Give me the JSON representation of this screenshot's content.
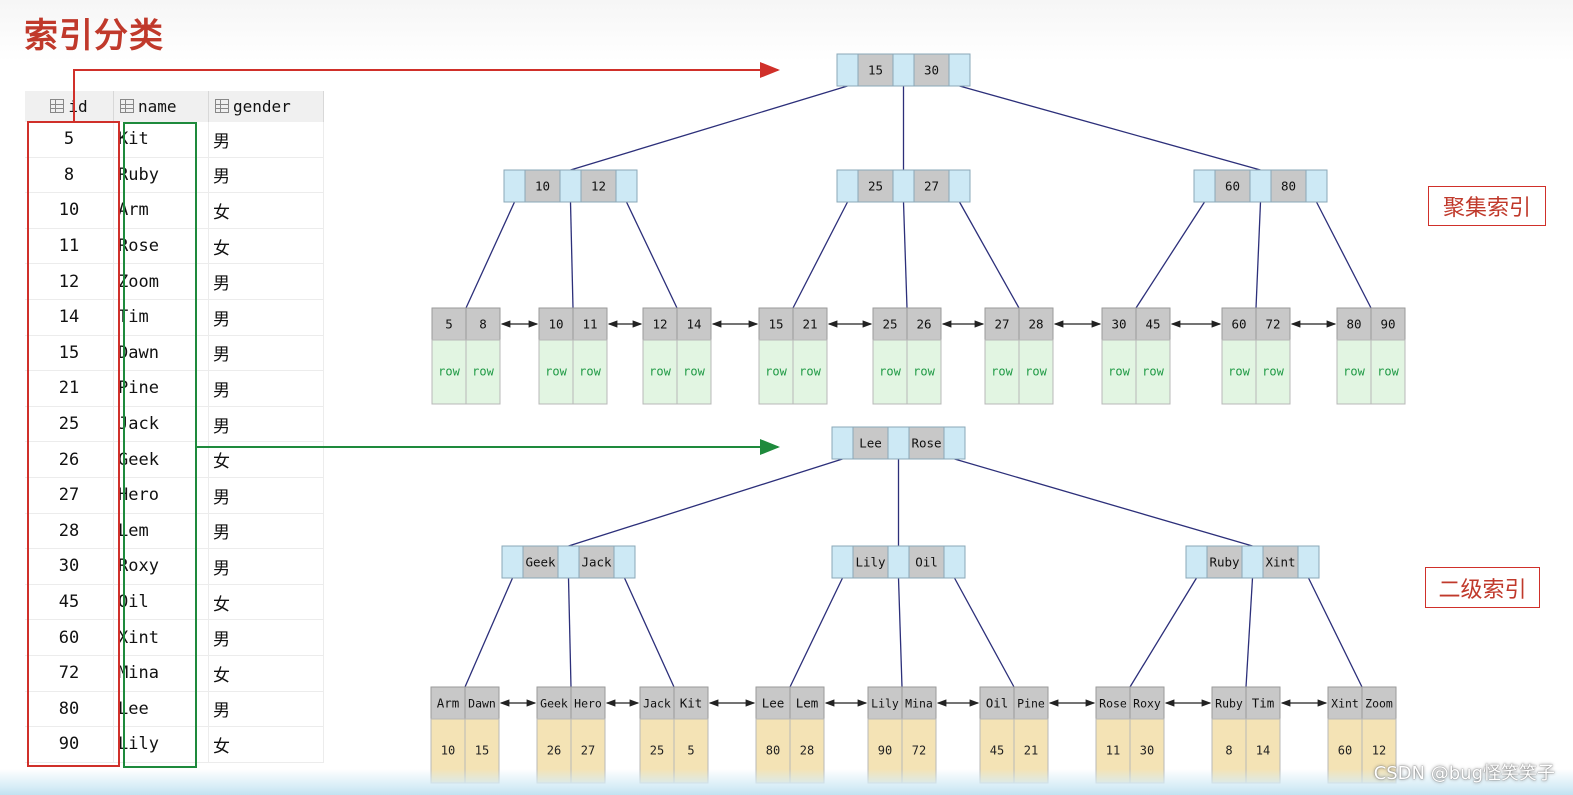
{
  "title": "索引分类",
  "table": {
    "columns": [
      "id",
      "name",
      "gender"
    ],
    "rows": [
      [
        "5",
        "Kit",
        "男"
      ],
      [
        "8",
        "Ruby",
        "男"
      ],
      [
        "10",
        "Arm",
        "女"
      ],
      [
        "11",
        "Rose",
        "女"
      ],
      [
        "12",
        "Zoom",
        "男"
      ],
      [
        "14",
        "Tim",
        "男"
      ],
      [
        "15",
        "Dawn",
        "男"
      ],
      [
        "21",
        "Pine",
        "男"
      ],
      [
        "25",
        "Jack",
        "男"
      ],
      [
        "26",
        "Geek",
        "女"
      ],
      [
        "27",
        "Hero",
        "男"
      ],
      [
        "28",
        "Lem",
        "男"
      ],
      [
        "30",
        "Roxy",
        "男"
      ],
      [
        "45",
        "Oil",
        "女"
      ],
      [
        "60",
        "Xint",
        "男"
      ],
      [
        "72",
        "Mina",
        "女"
      ],
      [
        "80",
        "Lee",
        "男"
      ],
      [
        "90",
        "Lily",
        "女"
      ]
    ]
  },
  "labels": {
    "clustered": "聚集索引",
    "secondary": "二级索引"
  },
  "clustered_index": {
    "root": [
      "15",
      "30"
    ],
    "internal": [
      [
        "10",
        "12"
      ],
      [
        "25",
        "27"
      ],
      [
        "60",
        "80"
      ]
    ],
    "leaves": [
      {
        "keys": [
          "5",
          "8"
        ],
        "values": [
          "row",
          "row"
        ]
      },
      {
        "keys": [
          "10",
          "11"
        ],
        "values": [
          "row",
          "row"
        ]
      },
      {
        "keys": [
          "12",
          "14"
        ],
        "values": [
          "row",
          "row"
        ]
      },
      {
        "keys": [
          "15",
          "21"
        ],
        "values": [
          "row",
          "row"
        ]
      },
      {
        "keys": [
          "25",
          "26"
        ],
        "values": [
          "row",
          "row"
        ]
      },
      {
        "keys": [
          "27",
          "28"
        ],
        "values": [
          "row",
          "row"
        ]
      },
      {
        "keys": [
          "30",
          "45"
        ],
        "values": [
          "row",
          "row"
        ]
      },
      {
        "keys": [
          "60",
          "72"
        ],
        "values": [
          "row",
          "row"
        ]
      },
      {
        "keys": [
          "80",
          "90"
        ],
        "values": [
          "row",
          "row"
        ]
      }
    ]
  },
  "secondary_index": {
    "root": [
      "Lee",
      "Rose"
    ],
    "internal": [
      [
        "Geek",
        "Jack"
      ],
      [
        "Lily",
        "Oil"
      ],
      [
        "Ruby",
        "Xint"
      ]
    ],
    "leaves": [
      {
        "keys": [
          "Arm",
          "Dawn"
        ],
        "values": [
          "10",
          "15"
        ]
      },
      {
        "keys": [
          "Geek",
          "Hero"
        ],
        "values": [
          "26",
          "27"
        ]
      },
      {
        "keys": [
          "Jack",
          "Kit"
        ],
        "values": [
          "25",
          "5"
        ]
      },
      {
        "keys": [
          "Lee",
          "Lem"
        ],
        "values": [
          "80",
          "28"
        ]
      },
      {
        "keys": [
          "Lily",
          "Mina"
        ],
        "values": [
          "90",
          "72"
        ]
      },
      {
        "keys": [
          "Oil",
          "Pine"
        ],
        "values": [
          "45",
          "21"
        ]
      },
      {
        "keys": [
          "Rose",
          "Roxy"
        ],
        "values": [
          "11",
          "30"
        ]
      },
      {
        "keys": [
          "Ruby",
          "Tim"
        ],
        "values": [
          "8",
          "14"
        ]
      },
      {
        "keys": [
          "Xint",
          "Zoom"
        ],
        "values": [
          "60",
          "12"
        ]
      }
    ]
  },
  "watermark": "CSDN @bug怪笑笑子",
  "colors": {
    "key_cell": "#c8c8c8",
    "pointer_cell": "#cde9f5",
    "row_cell": "#e2f5e2",
    "row_text": "#1f9a45",
    "value_cell": "#f4e3b5",
    "edge": "#2c2f7a",
    "red": "#d0302a",
    "green": "#1e8a3c"
  }
}
